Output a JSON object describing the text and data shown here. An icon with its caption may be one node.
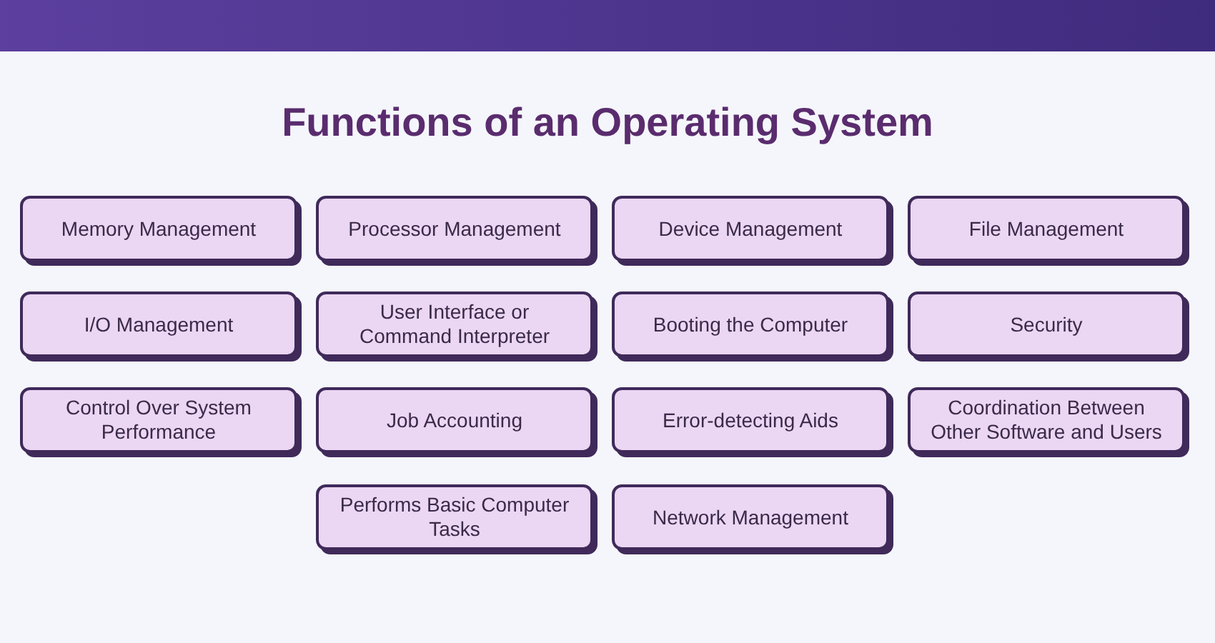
{
  "diagram": {
    "title": "Functions of an Operating System",
    "nodes": [
      {
        "text": [
          "Memory Management"
        ]
      },
      {
        "text": [
          "Processor Management"
        ]
      },
      {
        "text": [
          "Device Management"
        ]
      },
      {
        "text": [
          "File Management"
        ]
      },
      {
        "text": [
          "I/O Management"
        ]
      },
      {
        "text": [
          "User Interface or Command Interpreter"
        ]
      },
      {
        "text": [
          "Booting the Computer"
        ]
      },
      {
        "text": [
          "Security"
        ]
      },
      {
        "text": [
          "Control Over System Performance"
        ]
      },
      {
        "text": [
          "Job Accounting"
        ]
      },
      {
        "text": [
          "Error-detecting Aids"
        ]
      },
      {
        "text": [
          "Coordination Between Other Software and Users"
        ]
      },
      {
        "text": [
          "Performs Basic Computer Tasks"
        ]
      },
      {
        "text": [
          "Network Management"
        ]
      }
    ]
  }
}
